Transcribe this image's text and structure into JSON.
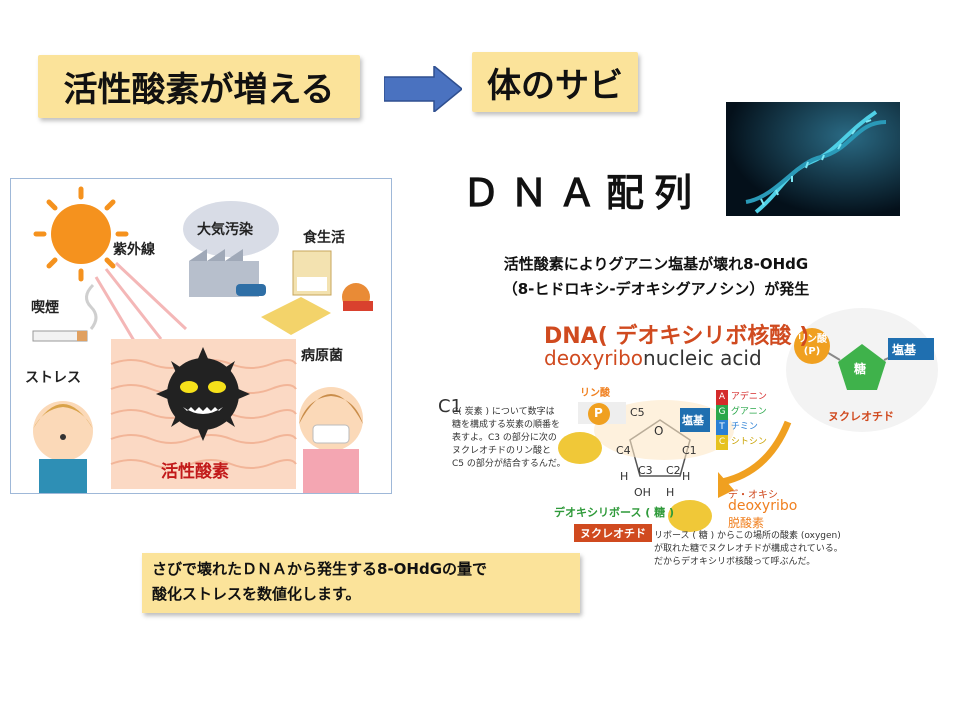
{
  "header": {
    "left_box": "活性酸素が増える",
    "right_box": "体のサビ",
    "dna_title": "ＤＮＡ配列"
  },
  "cause_text": {
    "line1": "活性酸素によりグアニン塩基が壊れ8-OHdG",
    "line2": "（8-ヒドロキシ-デオキシグアノシン）が発生"
  },
  "illustration": {
    "uv": "紫外線",
    "pollution": "大気汚染",
    "diet": "食生活",
    "smoking": "喫煙",
    "stress": "ストレス",
    "germs": "病原菌",
    "active_oxygen": "活性酸素"
  },
  "diagram": {
    "title_main": "DNA( デオキシリボ核酸 )",
    "title_en_colored": "deoxyribo",
    "title_en_rest": "nucleic acid",
    "pentagon_phosphate": "リン酸",
    "pentagon_phosphate_sub": "(P)",
    "pentagon_sugar": "糖",
    "pentagon_base": "塩基",
    "pentagon_caption": "ヌクレオチド",
    "c1_big": "C1",
    "c1_note": "C( 炭素 ) について数字は\n糖を構成する炭素の順番を\n表すよ。C3 の部分に次の\nヌクレオチドのリン酸と\nC5 の部分が結合するんだ。",
    "phosphate_label": "リン酸",
    "p": "P",
    "c5": "C5",
    "o": "O",
    "c4": "C4",
    "c1": "C1",
    "c3": "C3",
    "c2": "C2",
    "h_left": "H",
    "h_right": "H",
    "oh": "OH",
    "h_bottom": "H",
    "base_label": "塩基",
    "bases": [
      {
        "letter": "A",
        "name": "アデニン",
        "color": "#d42a2a"
      },
      {
        "letter": "G",
        "name": "グアニン",
        "color": "#2aa74a"
      },
      {
        "letter": "T",
        "name": "チミン",
        "color": "#2a7fd4"
      },
      {
        "letter": "C",
        "name": "シトシン",
        "color": "#e6c21f"
      }
    ],
    "sugar_label": "デオキシリボース ( 糖 )",
    "nucleotide_label": "ヌクレオチド",
    "de_oxy": "デ・オキシ",
    "deoxyribo": "deoxyribo",
    "datsu_sanso": "脱酸素",
    "ribose_note": "リボース ( 糖 ) からこの場所の酸素 (oxygen)\nが取れた糖でヌクレオチドが構成されている。\nだからデオキシリボ核酸って呼ぶんだ。"
  },
  "bottom": {
    "line1": "さびで壊れたＤＮＡから発生する8-OHdGの量で",
    "line2": "酸化ストレスを数値化します。"
  },
  "colors": {
    "box_yellow": "#fbe39a",
    "arrow_blue": "#4a72c0",
    "dna_red": "#d04a1f",
    "sugar_green": "#2f9a3a",
    "base_blue": "#1f6fb0",
    "phosphate_orange": "#f0a020"
  }
}
